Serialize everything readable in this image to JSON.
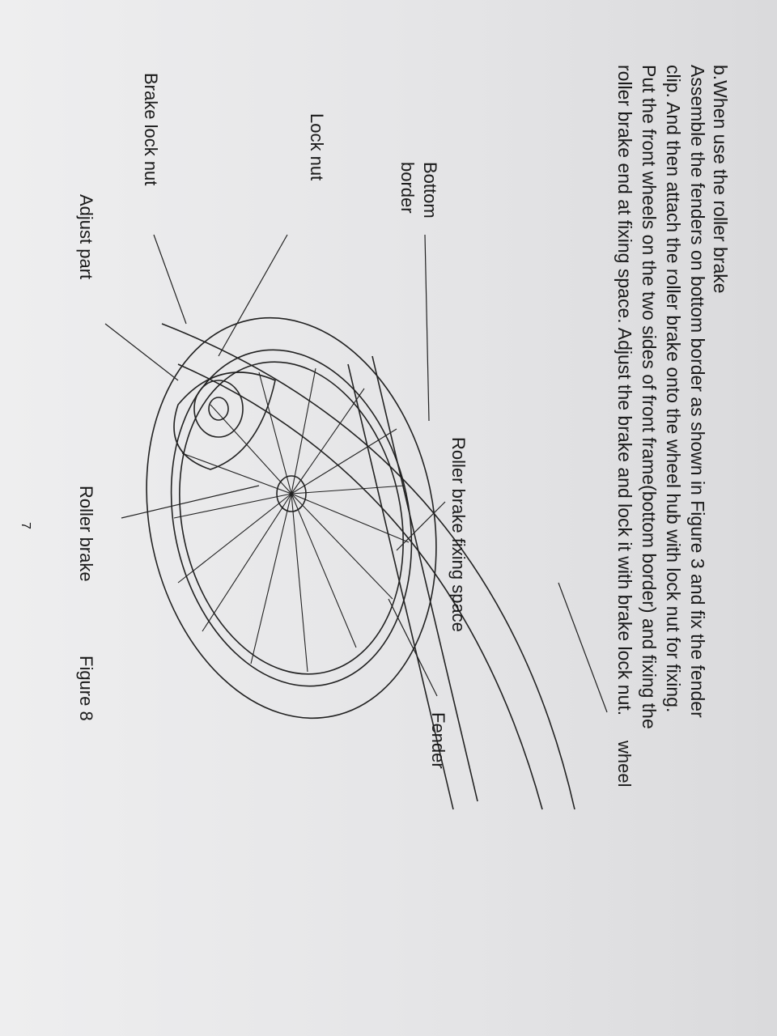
{
  "instructions": {
    "heading": "b.When use the roller brake",
    "line1": "Assemble the fenders on bottom border as shown in Figure 3 and fix the fender",
    "line2": "clip. And  then attach the roller brake onto the wheel hub with lock nut for fixing.",
    "line3": "Put the front wheels on the two sides of front frame(bottom border) and fixing the",
    "line4": "roller brake end at fixing space. Adjust the brake and lock it with brake lock nut."
  },
  "labels": {
    "bottom_border_1": "Bottom",
    "bottom_border_2": "border",
    "lock_nut": "Lock nut",
    "brake_lock_nut": "Brake lock nut",
    "adjust_part": "Adjust part",
    "roller_brake_fixing_space": "Roller brake fixing space",
    "fender": "Fender",
    "wheel": "wheel",
    "roller_brake": "Roller brake",
    "figure_caption": "Figure 8"
  },
  "page_number": "7"
}
